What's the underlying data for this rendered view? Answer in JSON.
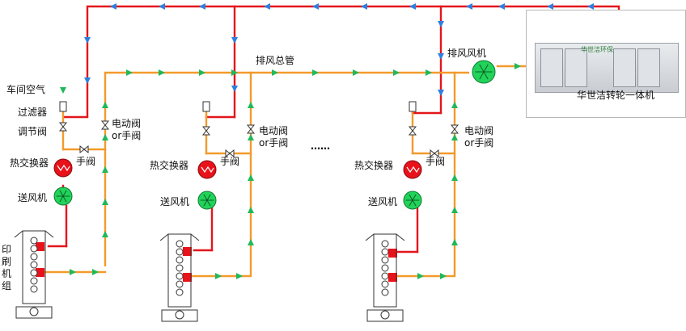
{
  "labels": {
    "workshop_air": "车间空气",
    "filter": "过滤器",
    "reg_valve": "调节阀",
    "heat_exchanger": "热交换器",
    "supply_fan": "送风机",
    "manual_valve": "手阀",
    "electric_valve_line1": "电动阀",
    "electric_valve_line2": "or手阀",
    "exhaust_main": "排风总管",
    "exhaust_fan": "排风风机",
    "ellipsis": "……",
    "press_group": "印刷机组",
    "unit_name": "华世洁转轮一体机",
    "unit_logo": "华世洁环保"
  },
  "colors": {
    "red_pipe": "#e3161b",
    "orange_pipe": "#f39a2c",
    "blue_arrow": "#2f7fe0",
    "green_arrow": "#1fb85a",
    "fan_green": "#22d35a",
    "hx_red": "#e8121a"
  }
}
